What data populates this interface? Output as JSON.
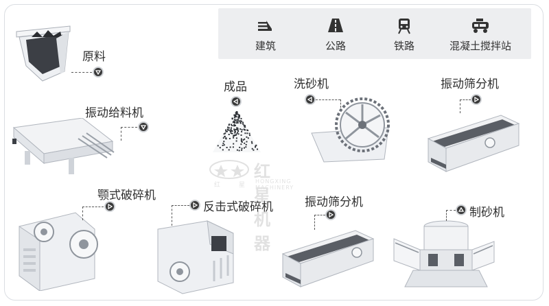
{
  "transport": {
    "items": [
      {
        "label": "建筑",
        "icon": "building-icon"
      },
      {
        "label": "公路",
        "icon": "road-icon"
      },
      {
        "label": "铁路",
        "icon": "train-icon"
      },
      {
        "label": "混凝土搅拌站",
        "icon": "mixer-truck-icon"
      }
    ]
  },
  "machines": {
    "raw": "原料",
    "feeder": "振动给料机",
    "jaw": "颚式破碎机",
    "impact": "反击式破碎机",
    "screen_bottom": "振动筛分机",
    "sand_maker": "制砂机",
    "product": "成品",
    "washer": "洗砂机",
    "screen_top": "振动筛分机"
  },
  "watermark": {
    "brand": "红星机器",
    "sub": "HONGXING MACHINERY",
    "left": "红",
    "right": "星"
  },
  "colors": {
    "badge": "#3a3a3a",
    "machine_fill": "#f2f3f5",
    "machine_stroke": "#b9bec6",
    "topbar": "#edeef0"
  }
}
